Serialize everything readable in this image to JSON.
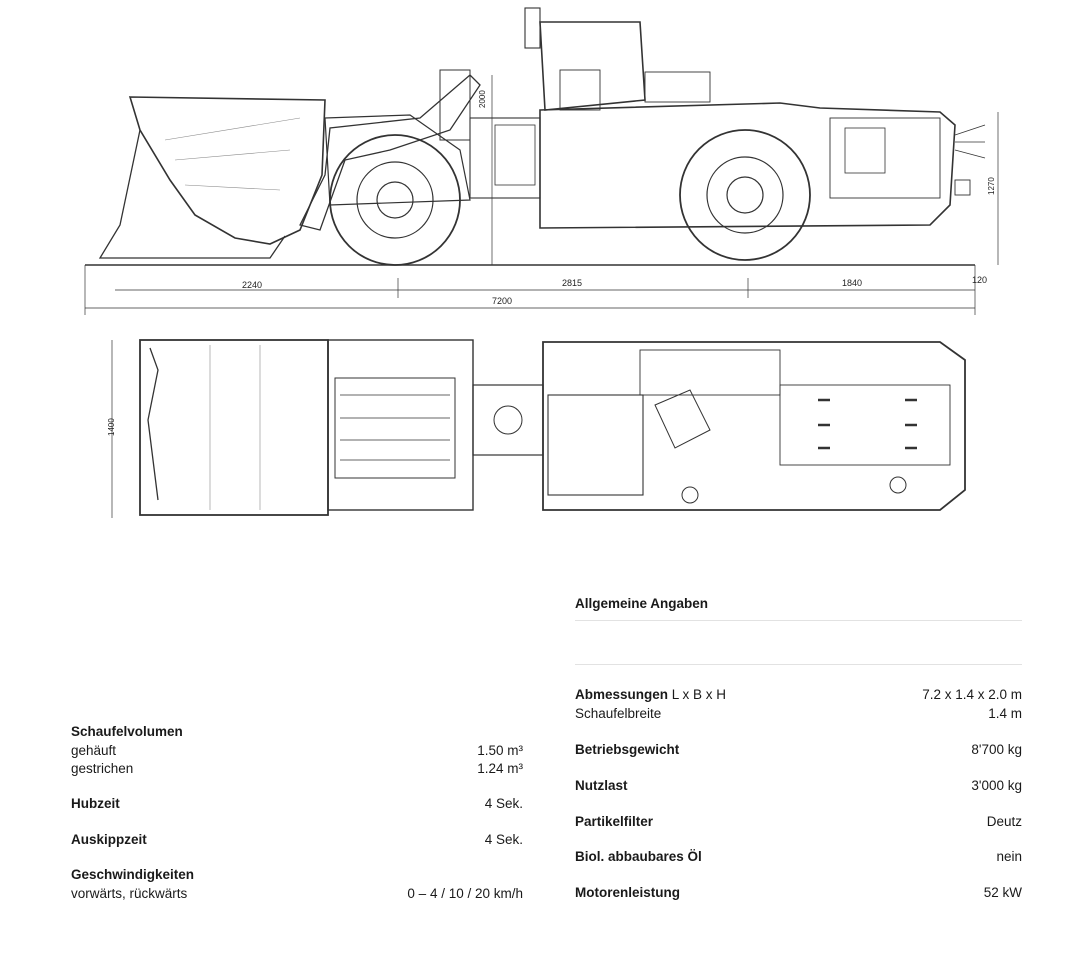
{
  "drawing": {
    "side_view": {
      "dimensions": {
        "bucket_section": "2240",
        "wheelbase": "2815",
        "rear_section": "1840",
        "overall_length": "7200",
        "ground_clearance": "120",
        "height": "2000",
        "rear_height": "1270"
      }
    },
    "top_view": {
      "dimensions": {
        "width": "1400"
      }
    }
  },
  "specs_left": {
    "bucket_volume": {
      "title": "Schaufelvolumen",
      "heaped_label": "gehäuft",
      "heaped_value": "1.50 m³",
      "struck_label": "gestrichen",
      "struck_value": "1.24 m³"
    },
    "lift_time": {
      "title": "Hubzeit",
      "value": "4 Sek."
    },
    "dump_time": {
      "title": "Auskippzeit",
      "value": "4 Sek."
    },
    "speeds": {
      "title": "Geschwindigkeiten",
      "label": "vorwärts, rückwärts",
      "value": "0 – 4 / 10 / 20 km/h"
    }
  },
  "specs_right": {
    "header": "Allgemeine Angaben",
    "dimensions": {
      "title": "Abmessungen",
      "title_suffix": "L x B x H",
      "value": "7.2 x 1.4 x 2.0 m",
      "sub_label": "Schaufelbreite",
      "sub_value": "1.4 m"
    },
    "operating_weight": {
      "title": "Betriebsgewicht",
      "value": "8'700 kg"
    },
    "payload": {
      "title": "Nutzlast",
      "value": "3'000 kg"
    },
    "particle_filter": {
      "title": "Partikelfilter",
      "value": "Deutz"
    },
    "bio_oil": {
      "title": "Biol. abbaubares Öl",
      "value": "nein"
    },
    "engine_power": {
      "title": "Motorenleistung",
      "value": "52 kW"
    }
  }
}
